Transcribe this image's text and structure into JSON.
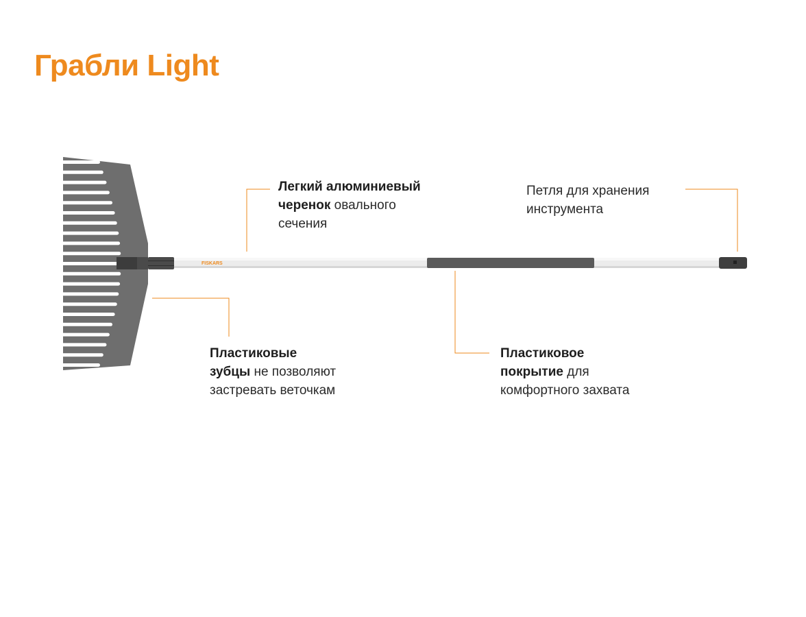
{
  "title": "Грабли Light",
  "colors": {
    "accent": "#ee8a1e",
    "head": "#6e6e6e",
    "handle": "#ececec",
    "grip": "#5a5a5a"
  },
  "brand_mark": "FISKARS",
  "callouts": {
    "handle": {
      "bold1": "Легкий алюминиевый",
      "bold2": "черенок",
      "rest2": " овального",
      "line3": "сечения"
    },
    "loop": {
      "line1": "Петля для хранения",
      "line2": "инструмента"
    },
    "tines": {
      "bold1": "Пластиковые",
      "bold2": "зубцы",
      "rest2": " не позволяют",
      "line3": "застревать веточкам"
    },
    "grip": {
      "bold1": "Пластиковое",
      "bold2": "покрытие",
      "rest2": "  для",
      "line3": "комфортного захвата"
    }
  }
}
